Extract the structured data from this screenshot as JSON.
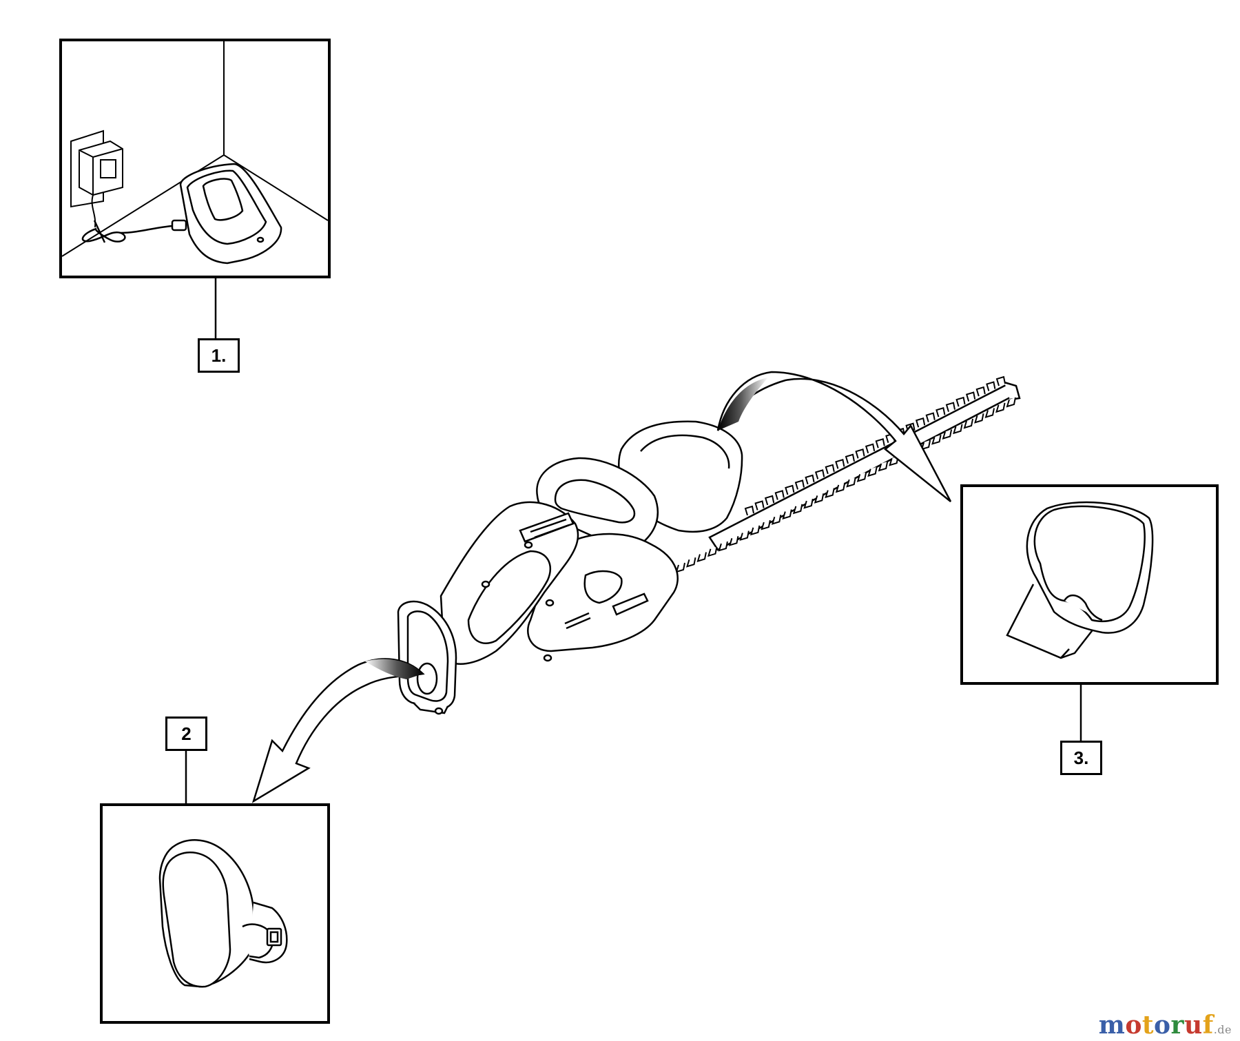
{
  "callouts": {
    "charger": "1.",
    "battery": "2",
    "blade_cover": "3."
  },
  "watermark": {
    "text": "motoruf",
    "suffix": ".de",
    "letter_colors": [
      "#3a5fa8",
      "#c63a2f",
      "#e3a21a",
      "#3a5fa8",
      "#2e8b3d",
      "#c63a2f",
      "#e3a21a"
    ]
  },
  "colors": {
    "line": "#000000",
    "background": "#ffffff"
  },
  "icons": [
    "charger-icon",
    "wall-adapter-icon",
    "hedge-trimmer-icon",
    "battery-icon",
    "blade-cover-icon",
    "curved-arrow-icon"
  ]
}
